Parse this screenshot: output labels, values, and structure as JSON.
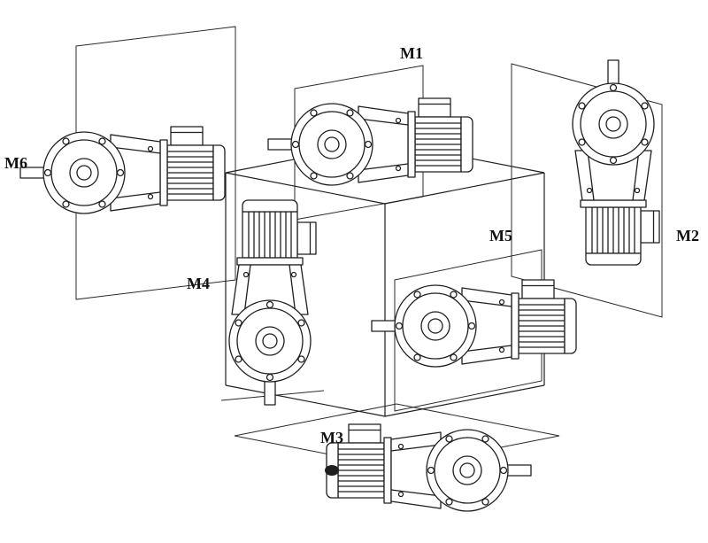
{
  "figure": {
    "colors": {
      "ink": "#1f1f1f",
      "background": "#ffffff"
    },
    "labels": [
      {
        "id": "M1",
        "text": "M1"
      },
      {
        "id": "M2",
        "text": "M2"
      },
      {
        "id": "M3",
        "text": "M3"
      },
      {
        "id": "M4",
        "text": "M4"
      },
      {
        "id": "M5",
        "text": "M5"
      },
      {
        "id": "M6",
        "text": "M6"
      }
    ]
  }
}
